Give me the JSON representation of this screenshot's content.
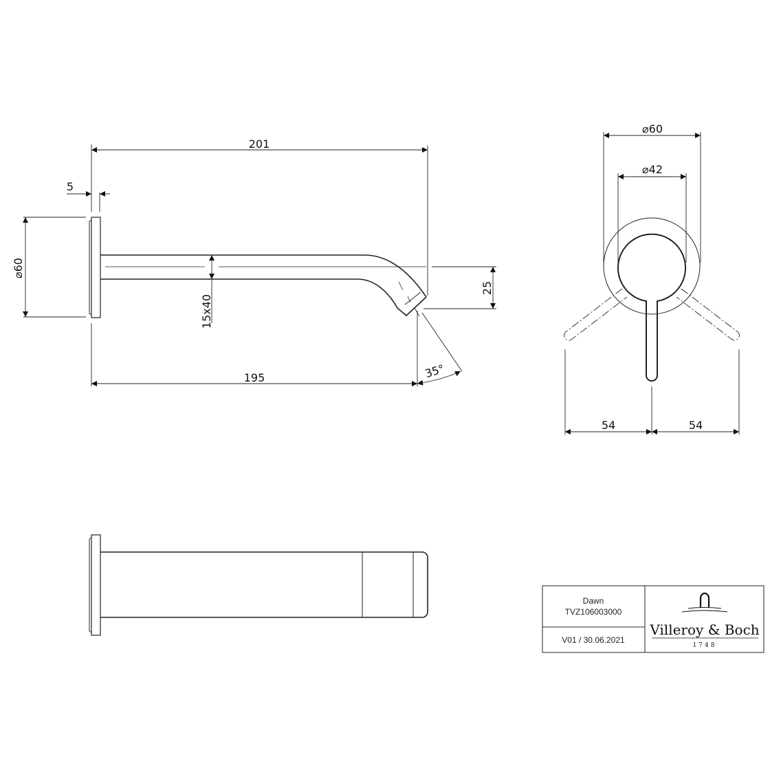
{
  "drawing": {
    "side_view": {
      "overall_length": "201",
      "rosette_thickness": "5",
      "rosette_diameter": "⌀60",
      "spout_section": "15x40",
      "outlet_height": "25",
      "projection": "195",
      "spray_angle": "35°"
    },
    "front_view": {
      "rosette_diameter": "⌀60",
      "handle_base_diameter": "⌀42",
      "lever_swing_left": "54",
      "lever_swing_right": "54"
    },
    "top_view": {}
  },
  "title_block": {
    "product_name": "Dawn",
    "article_number": "TVZ106003000",
    "version_date": "V01 / 30.06.2021",
    "brand": "Villeroy & Boch",
    "brand_year": "1748"
  },
  "colors": {
    "line": "#222222",
    "background": "#ffffff"
  }
}
